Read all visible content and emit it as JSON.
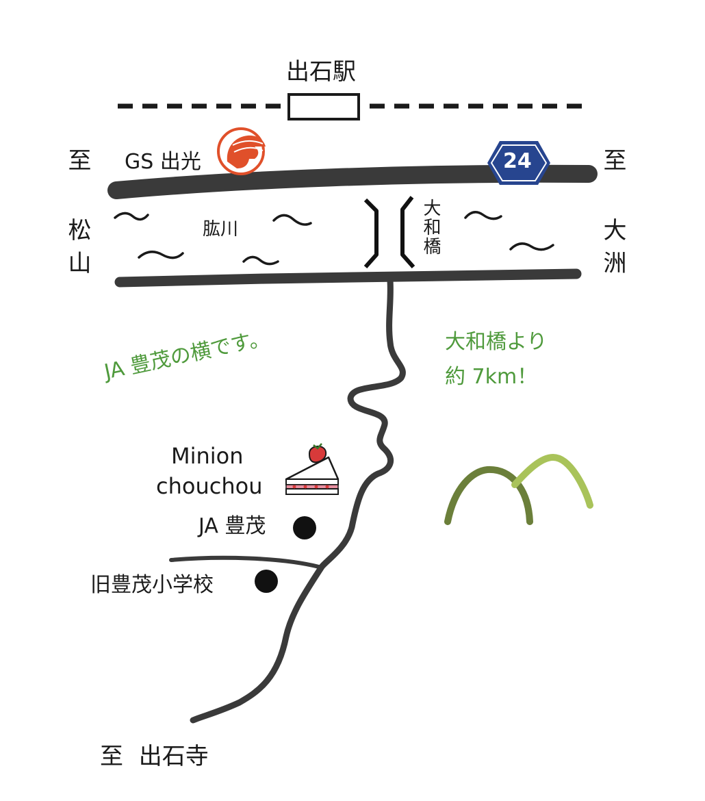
{
  "station": {
    "name": "出石駅"
  },
  "landmarks": {
    "gas_station": "GS 出光",
    "route_number": "24",
    "river": "肱川",
    "bridge": "大和橋",
    "shop_name_line1": "Minion",
    "shop_name_line2": "chouchou",
    "ja": "JA 豊茂",
    "old_school": "旧豊茂小学校"
  },
  "directions": {
    "west": "至 松山",
    "east": "至 大洲",
    "south": "至 出石寺"
  },
  "notes": {
    "next_to_ja": "JA 豊茂の横です。",
    "distance_line1": "大和橋より",
    "distance_line2": "約 7km！"
  },
  "colors": {
    "road": "#3a3a3a",
    "route_badge": "#27458f",
    "idemitsu_logo": "#e0502a",
    "note_green": "#4f9a3c",
    "mountain_dark": "#6b7f3a",
    "mountain_light": "#a9c35a",
    "strawberry": "#d83a3a"
  },
  "icons": [
    "idemitsu-logo-icon",
    "route-24-badge-icon",
    "cake-icon",
    "marker-dot-icon",
    "mountain-icon"
  ]
}
